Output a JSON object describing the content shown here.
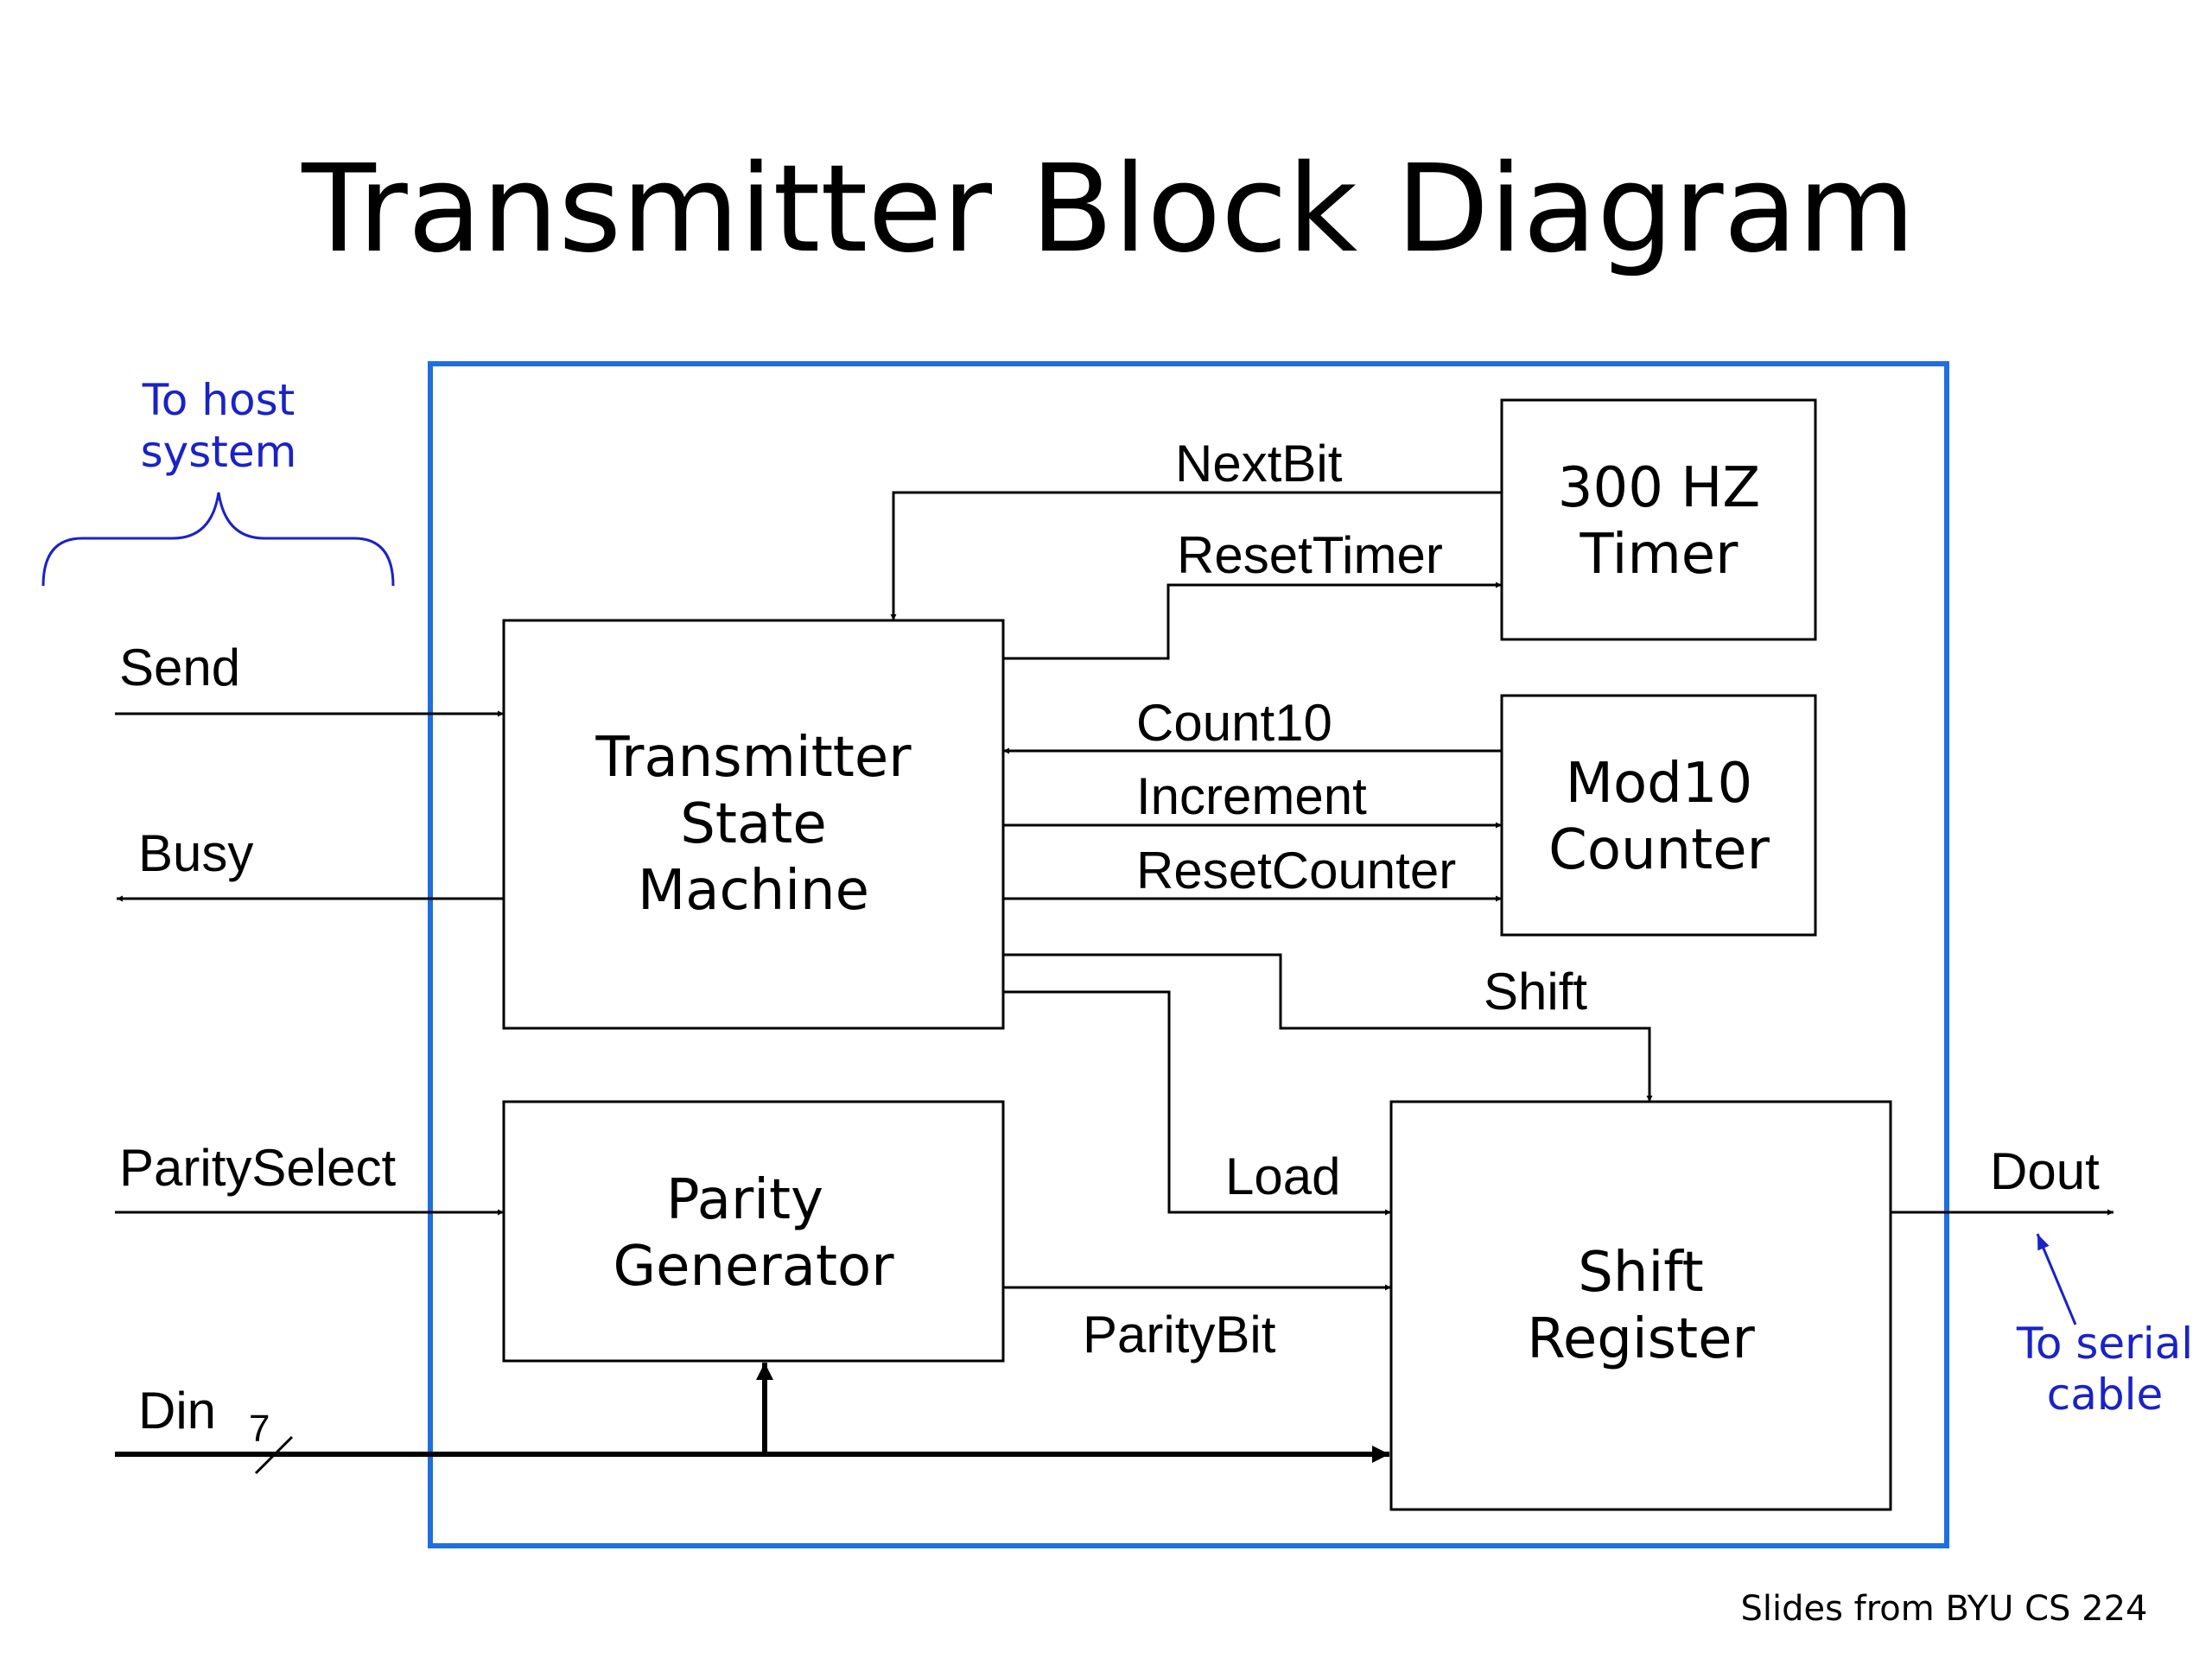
{
  "title": "Transmitter Block Diagram",
  "footer": "Slides from BYU CS 224",
  "annotations": {
    "host": [
      "To host",
      "system"
    ],
    "serial": [
      "To serial",
      "cable"
    ]
  },
  "blocks": {
    "state_machine": [
      "Transmitter",
      "State",
      "Machine"
    ],
    "timer": [
      "300 HZ",
      "Timer"
    ],
    "counter": [
      "Mod10",
      "Counter"
    ],
    "parity_gen": [
      "Parity",
      "Generator"
    ],
    "shift_reg": [
      "Shift",
      "Register"
    ]
  },
  "signals": {
    "send": "Send",
    "busy": "Busy",
    "parity_select": "ParitySelect",
    "din": "Din",
    "din_width": "7",
    "next_bit": "NextBit",
    "reset_timer": "ResetTimer",
    "count10": "Count10",
    "increment": "Increment",
    "reset_counter": "ResetCounter",
    "shift": "Shift",
    "load": "Load",
    "parity_bit": "ParityBit",
    "dout": "Dout"
  },
  "colors": {
    "frame": "#1f6fe0",
    "annotation": "#1a22c8"
  }
}
